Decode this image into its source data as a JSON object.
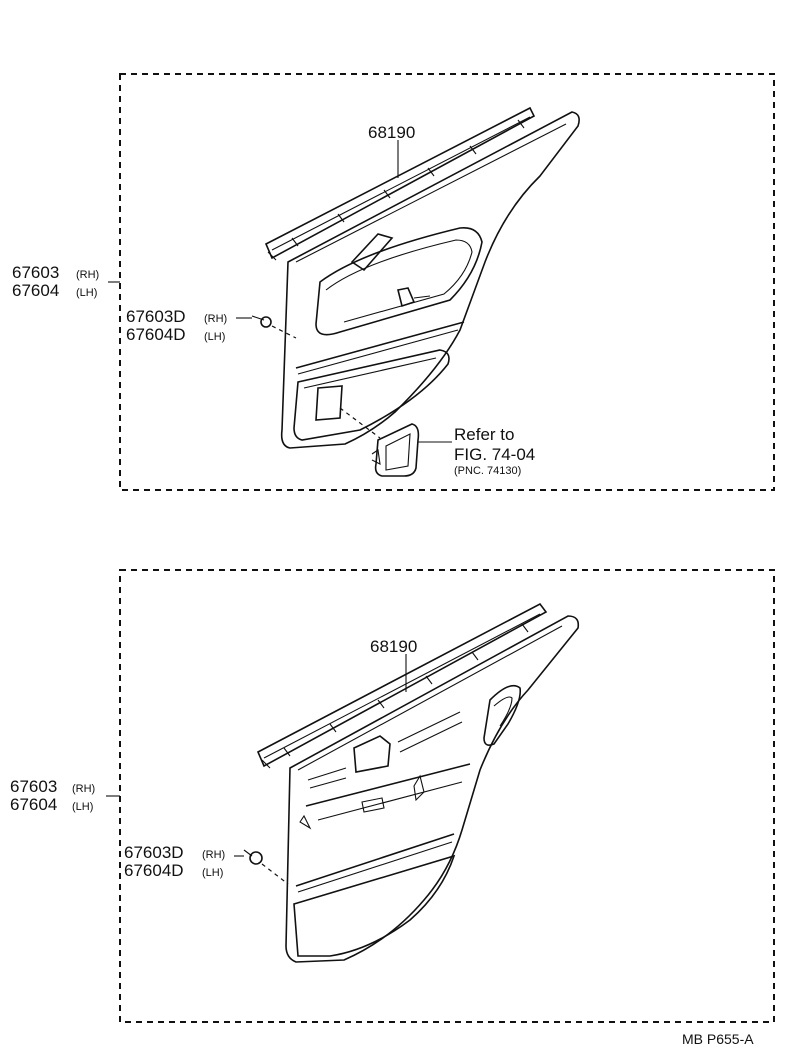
{
  "panel_top": {
    "molding_part": "68190",
    "board_part_rh": "67603",
    "board_part_rh_side": "(RH)",
    "board_part_lh": "67604",
    "board_part_lh_side": "(LH)",
    "clip_part_rh": "67603D",
    "clip_part_rh_side": "(RH)",
    "clip_part_lh": "67604D",
    "clip_part_lh_side": "(LH)",
    "refer_line1": "Refer to",
    "refer_line2": "FIG. 74-04",
    "refer_line3": "(PNC. 74130)"
  },
  "panel_bottom": {
    "molding_part": "68190",
    "board_part_rh": "67603",
    "board_part_rh_side": "(RH)",
    "board_part_lh": "67604",
    "board_part_lh_side": "(LH)",
    "clip_part_rh": "67603D",
    "clip_part_rh_side": "(RH)",
    "clip_part_lh": "67604D",
    "clip_part_lh_side": "(LH)"
  },
  "footer_code": "MB  P655-A"
}
